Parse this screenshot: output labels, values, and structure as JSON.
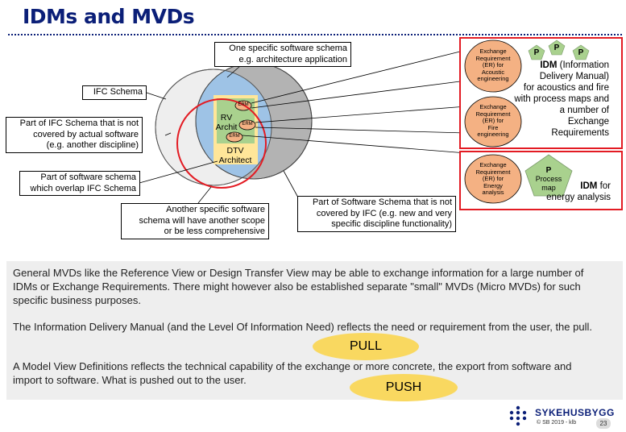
{
  "title": "IDMs and MVDs",
  "diagram": {
    "callouts": {
      "one_schema": [
        "One specific software schema",
        "e.g. architecture application"
      ],
      "ifc_schema": "IFC Schema",
      "part_ifc_not_covered": [
        "Part of IFC Schema that is not",
        "covered by actual software",
        "(e.g. another discipline)"
      ],
      "part_overlap": [
        "Part of software schema",
        "which overlap IFC Schema"
      ],
      "another_schema": [
        "Another specific software",
        "schema will have another scope",
        "or be less comprehensive"
      ],
      "part_sw_not_covered": [
        "Part of Software Schema that is not",
        "covered by IFC (e.g. new and very",
        "specific discipline functionality)"
      ]
    },
    "inner": {
      "rv_line1": "RV",
      "rv_line2": "Archit",
      "dtv_line1": "DTV",
      "dtv_line2": "Architect",
      "erm": "ERM"
    },
    "exchange_requirements": [
      [
        "Exchange",
        "Requirement",
        "(ER) for",
        "Acoustic",
        "engineering"
      ],
      [
        "Exchange",
        "Requirement",
        "(ER) for",
        "Fire",
        "engineering"
      ],
      [
        "Exchange",
        "Requirement",
        "(ER) for",
        "Energy",
        "analysis"
      ]
    ],
    "p_label": "P",
    "process_map": [
      "P",
      "Process",
      "map"
    ],
    "idm_top": {
      "bold": "IDM",
      "lines": [
        " (Information",
        "Delivery Manual)",
        "for acoustics and fire",
        "with process maps and",
        "a number of",
        "Exchange",
        "Requirements"
      ]
    },
    "idm_bottom": {
      "bold": "IDM",
      "line1_rest": " for",
      "line2": "energy analysis"
    },
    "colors": {
      "title": "#0b1f78",
      "ifc_circle": "#eeeeee",
      "sw_circle": "#b3b3b3",
      "overlap_blue": "#9ec3e6",
      "rv_green": "#a9d18e",
      "dtv_yellow": "#ffe699",
      "red": "#e31b23",
      "er_fill": "#f4b183",
      "p_green": "#a9d18e"
    }
  },
  "text_block": {
    "para1": "General MVDs like the Reference View or Design Transfer View may be able to exchange information for a large number of IDMs or Exchange Requirements. There might however also be established separate \"small\" MVDs (Micro MVDs) for such specific business purposes.",
    "para2": "The Information Delivery Manual (and the Level Of Information Need) reflects the need or requirement from the user, the pull.",
    "pull": "PULL",
    "para3": "A Model View Definitions reflects the technical capability of the exchange or more concrete, the export from software and import to software.  What is pushed out to the user.",
    "push": "PUSH"
  },
  "footer": {
    "brand": "SYKEHUSBYGG",
    "copyright": "© SB 2019 - klb",
    "page": "23"
  }
}
